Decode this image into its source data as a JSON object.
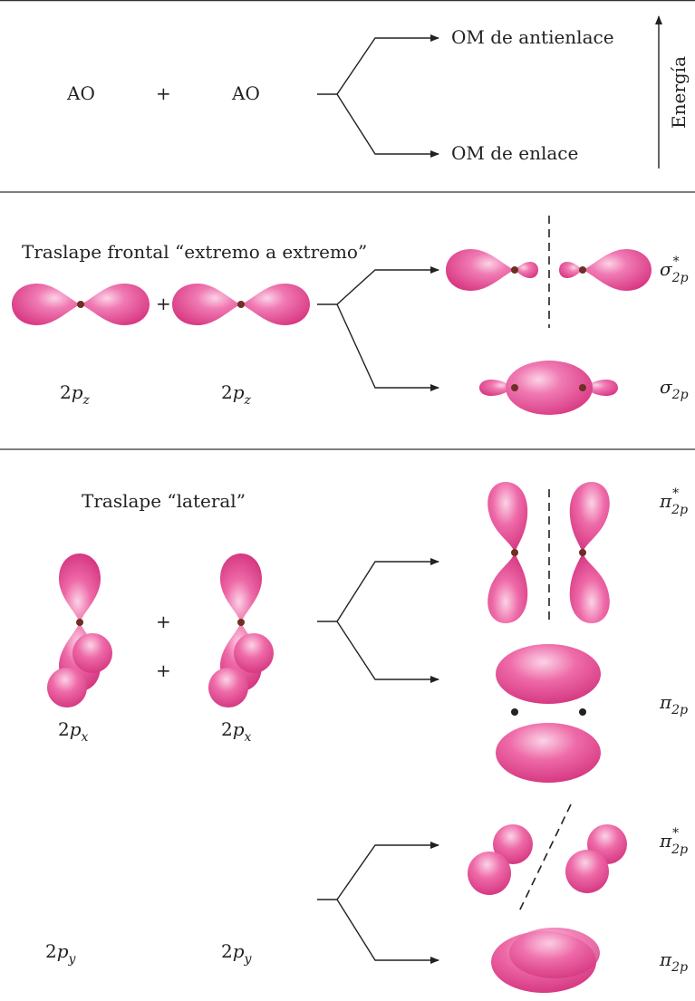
{
  "section1": {
    "ao_left": "AO",
    "plus": "+",
    "ao_right": "AO",
    "antibonding_label": "OM de antienlace",
    "bonding_label": "OM de enlace",
    "energy_label": "Energía"
  },
  "section2": {
    "title": "Traslape frontal “extremo a extremo”",
    "plus": "+",
    "orbital_left": {
      "main": "2",
      "var": "p",
      "sub": "z"
    },
    "orbital_right": {
      "main": "2",
      "var": "p",
      "sub": "z"
    },
    "mo_antibonding": {
      "symbol": "σ",
      "star": "*",
      "sub": "2p"
    },
    "mo_bonding": {
      "symbol": "σ",
      "sub": "2p"
    }
  },
  "section3": {
    "title": "Traslape “lateral”",
    "plus_x": "+",
    "plus_y": "+",
    "orbital_x_left": {
      "main": "2",
      "var": "p",
      "sub": "x"
    },
    "orbital_x_right": {
      "main": "2",
      "var": "p",
      "sub": "x"
    },
    "orbital_y_left": {
      "main": "2",
      "var": "p",
      "sub": "y"
    },
    "orbital_y_right": {
      "main": "2",
      "var": "p",
      "sub": "y"
    },
    "mo_pi_x_antibonding": {
      "symbol": "π",
      "star": "*",
      "sub": "2p"
    },
    "mo_pi_x_bonding": {
      "symbol": "π",
      "sub": "2p"
    },
    "mo_pi_y_antibonding": {
      "symbol": "π",
      "star": "*",
      "sub": "2p"
    },
    "mo_pi_y_bonding": {
      "symbol": "π",
      "sub": "2p"
    }
  },
  "colors": {
    "lobe": "#e0468e",
    "lobe_light": "#f7b6d6",
    "nucleus": "#7a3a2a"
  }
}
